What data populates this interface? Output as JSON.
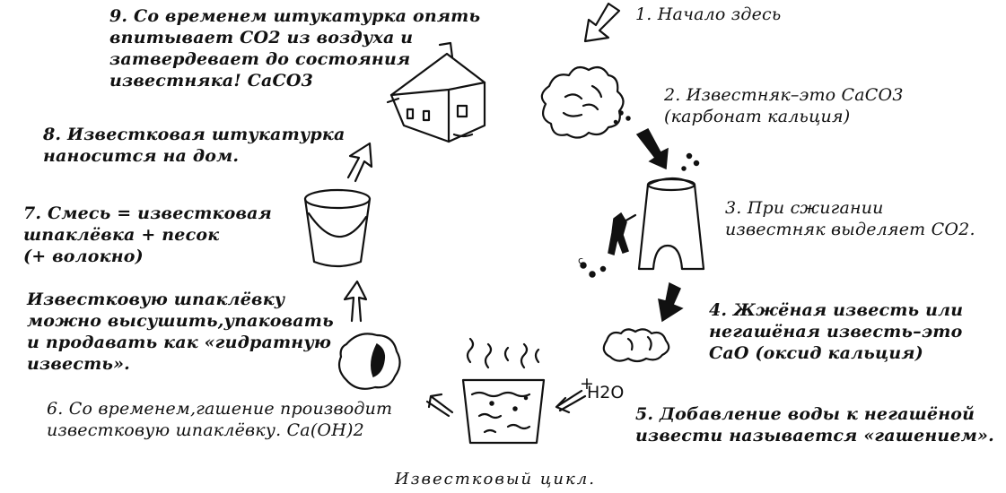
{
  "steps": {
    "s1": "1. Начало здесь",
    "s2": "2. Известняк–это CaCO3\n(карбонат кальция)",
    "s3": "3. При сжигании\nизвестняк выделяет CO2.",
    "s4": "4. Жжёная известь или\nнегашёная известь–это\nCaO (оксид кальция)",
    "s5": "5. Добавление воды к негашёной\nизвести называется «гашением».",
    "s6": "6. Со временем,гашение производит\nизвестковую шпаклёвку. Ca(OH)2",
    "s6b": "Известковую шпаклёвку\nможно высушить,упаковать\nи продавать как «гидратную\nизвесть».",
    "s7": "7. Смесь = известковая\nшпаклёвка + песок\n(+ волокно)",
    "s8": "8. Известковая штукатурка\nнаносится на дом.",
    "s9": "9. Со временем штукатурка опять\nвпитывает CO2 из воздуха и\nзатвердевает до состояния\nизвестняка! CaCO3"
  },
  "h2o_label": "H2O",
  "caption": "Известковый цикл."
}
